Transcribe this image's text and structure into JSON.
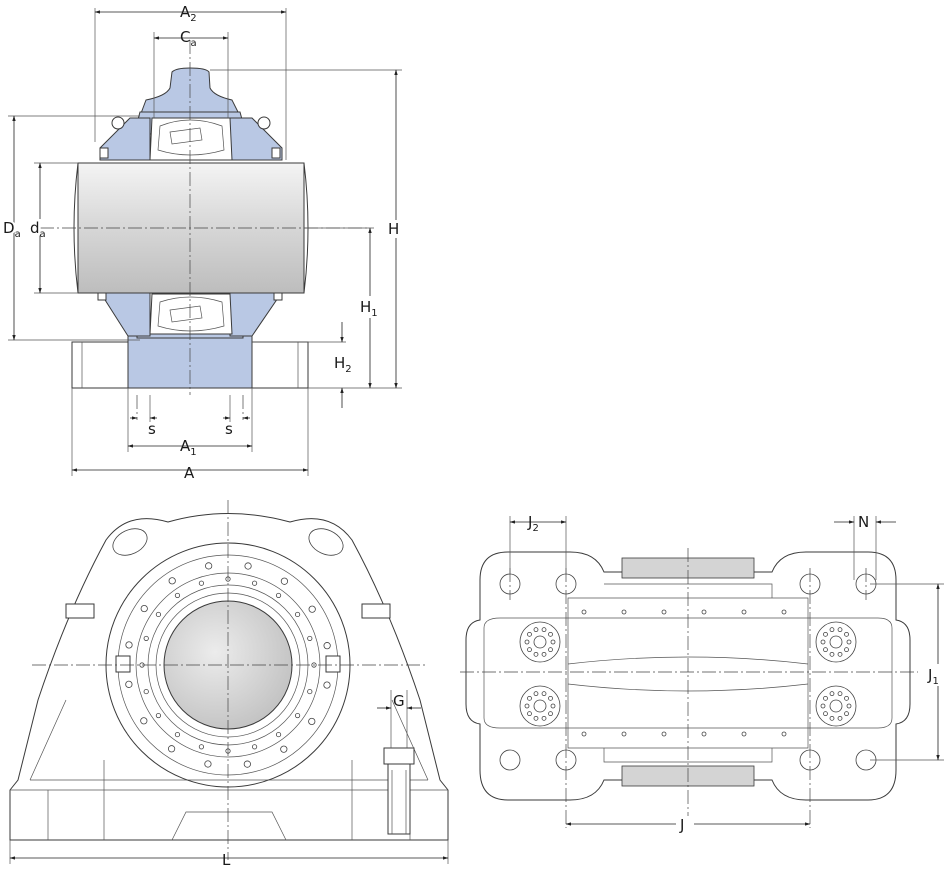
{
  "labels": {
    "A2_main": "A",
    "A2_sub": "2",
    "Ca_main": "C",
    "Ca_sub": "a",
    "Da_main": "D",
    "Da_sub": "a",
    "da_main": "d",
    "da_sub": "a",
    "H": "H",
    "H1_main": "H",
    "H1_sub": "1",
    "H2_main": "H",
    "H2_sub": "2",
    "s_left": "s",
    "s_right": "s",
    "A1_main": "A",
    "A1_sub": "1",
    "A": "A",
    "G": "G",
    "L": "L",
    "J2_main": "J",
    "J2_sub": "2",
    "N": "N",
    "J1_main": "J",
    "J1_sub": "1",
    "J": "J"
  },
  "colors": {
    "housing_blue": "#b9c8e4",
    "shaft_grey": "#d8d8d8",
    "line": "#3a3a3a"
  }
}
